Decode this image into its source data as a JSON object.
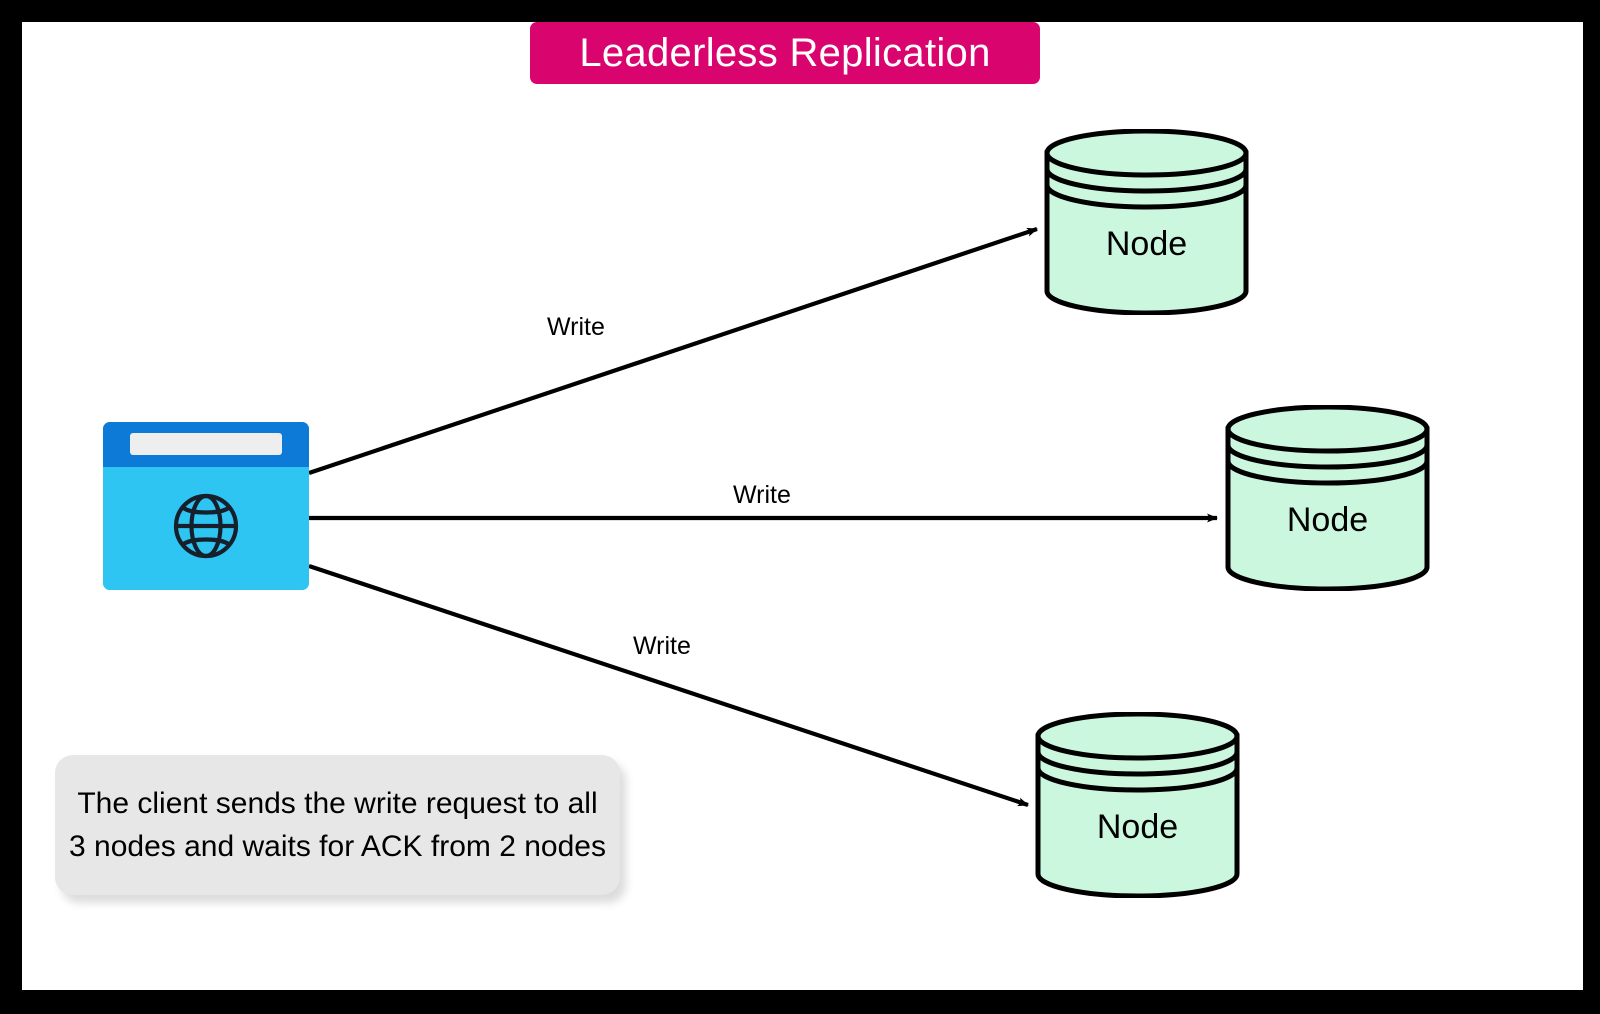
{
  "frame": {
    "border_color": "#000000",
    "canvas_color": "#ffffff"
  },
  "title": {
    "text": "Leaderless Replication",
    "badge_color": "#d9046e",
    "text_color": "#ffffff"
  },
  "client": {
    "name": "client-browser",
    "icon": "globe-icon",
    "titlebar_color": "#0c7ad6",
    "body_color": "#2ec5f2",
    "urlbar_color": "#eeeeee",
    "urlbar_value": ""
  },
  "nodes": [
    {
      "label": "Node",
      "fill": "#caf7dd",
      "stroke": "#000000"
    },
    {
      "label": "Node",
      "fill": "#caf7dd",
      "stroke": "#000000"
    },
    {
      "label": "Node",
      "fill": "#caf7dd",
      "stroke": "#000000"
    }
  ],
  "edges": [
    {
      "label": "Write",
      "from": "client-browser",
      "to": "node-1"
    },
    {
      "label": "Write",
      "from": "client-browser",
      "to": "node-2"
    },
    {
      "label": "Write",
      "from": "client-browser",
      "to": "node-3"
    }
  ],
  "note": {
    "text": "The client sends the write request to all 3 nodes and waits for ACK from 2 nodes",
    "background": "#e7e7e7"
  }
}
